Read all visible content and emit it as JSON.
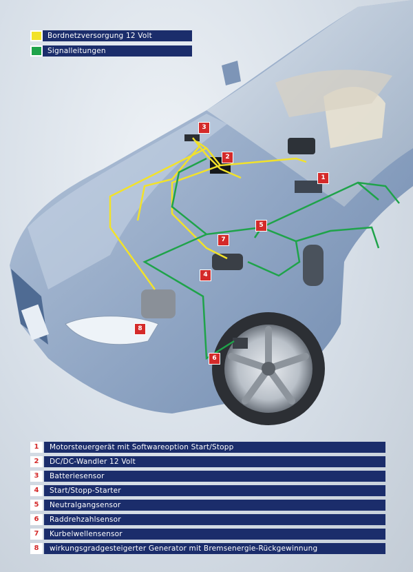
{
  "legend": [
    {
      "label": "Bordnetzversorgung 12 Volt",
      "color": "#f2e22a"
    },
    {
      "label": "Signalleitungen",
      "color": "#1fa34a"
    }
  ],
  "markers": [
    "1",
    "2",
    "3",
    "4",
    "5",
    "6",
    "7",
    "8"
  ],
  "components": [
    {
      "number": "1",
      "label": "Motorsteuergerät mit Softwareoption Start/Stopp"
    },
    {
      "number": "2",
      "label": "DC/DC-Wandler 12 Volt"
    },
    {
      "number": "3",
      "label": "Batteriesensor"
    },
    {
      "number": "4",
      "label": "Start/Stopp-Starter"
    },
    {
      "number": "5",
      "label": "Neutralgangsensor"
    },
    {
      "number": "6",
      "label": "Raddrehzahlsensor"
    },
    {
      "number": "7",
      "label": "Kurbelwellensensor"
    },
    {
      "number": "8",
      "label": "wirkungsgradgesteigerter Generator mit Bremsenergie-Rückgewinnung"
    }
  ],
  "colors": {
    "accent_red": "#d42a2a",
    "navy": "#1b2d6b",
    "car_body": "#8fa6c6"
  }
}
